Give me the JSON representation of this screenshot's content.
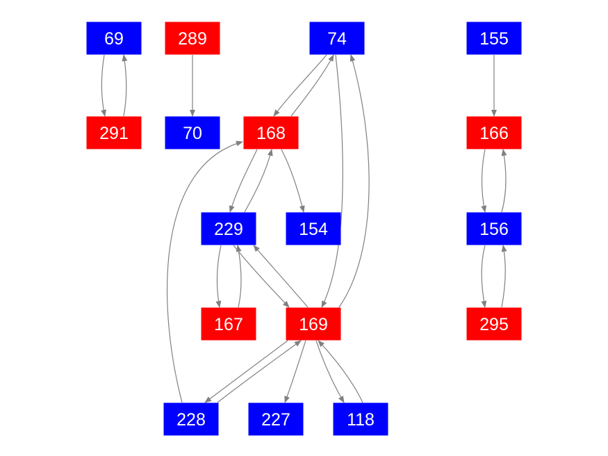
{
  "colors": {
    "blue": "#0000ff",
    "red": "#ff0000",
    "edge": "#808080",
    "label": "#ffffff"
  },
  "nodes": [
    {
      "id": "69",
      "label": "69",
      "color": "blue"
    },
    {
      "id": "289",
      "label": "289",
      "color": "red"
    },
    {
      "id": "74",
      "label": "74",
      "color": "blue"
    },
    {
      "id": "155",
      "label": "155",
      "color": "blue"
    },
    {
      "id": "291",
      "label": "291",
      "color": "red"
    },
    {
      "id": "70",
      "label": "70",
      "color": "blue"
    },
    {
      "id": "168",
      "label": "168",
      "color": "red"
    },
    {
      "id": "166",
      "label": "166",
      "color": "red"
    },
    {
      "id": "229",
      "label": "229",
      "color": "blue"
    },
    {
      "id": "154",
      "label": "154",
      "color": "blue"
    },
    {
      "id": "156",
      "label": "156",
      "color": "blue"
    },
    {
      "id": "167",
      "label": "167",
      "color": "red"
    },
    {
      "id": "169",
      "label": "169",
      "color": "red"
    },
    {
      "id": "295",
      "label": "295",
      "color": "red"
    },
    {
      "id": "228",
      "label": "228",
      "color": "blue"
    },
    {
      "id": "227",
      "label": "227",
      "color": "blue"
    },
    {
      "id": "118",
      "label": "118",
      "color": "blue"
    }
  ],
  "edges": [
    {
      "from": "69",
      "to": "291"
    },
    {
      "from": "291",
      "to": "69"
    },
    {
      "from": "289",
      "to": "70"
    },
    {
      "from": "74",
      "to": "168"
    },
    {
      "from": "168",
      "to": "74"
    },
    {
      "from": "74",
      "to": "169"
    },
    {
      "from": "169",
      "to": "74"
    },
    {
      "from": "155",
      "to": "166"
    },
    {
      "from": "166",
      "to": "156"
    },
    {
      "from": "156",
      "to": "166"
    },
    {
      "from": "156",
      "to": "295"
    },
    {
      "from": "295",
      "to": "156"
    },
    {
      "from": "168",
      "to": "229"
    },
    {
      "from": "229",
      "to": "168"
    },
    {
      "from": "168",
      "to": "154"
    },
    {
      "from": "229",
      "to": "167"
    },
    {
      "from": "167",
      "to": "229"
    },
    {
      "from": "229",
      "to": "169"
    },
    {
      "from": "169",
      "to": "229"
    },
    {
      "from": "228",
      "to": "168"
    },
    {
      "from": "169",
      "to": "228"
    },
    {
      "from": "228",
      "to": "169"
    },
    {
      "from": "169",
      "to": "227"
    },
    {
      "from": "169",
      "to": "118"
    },
    {
      "from": "118",
      "to": "169"
    }
  ]
}
